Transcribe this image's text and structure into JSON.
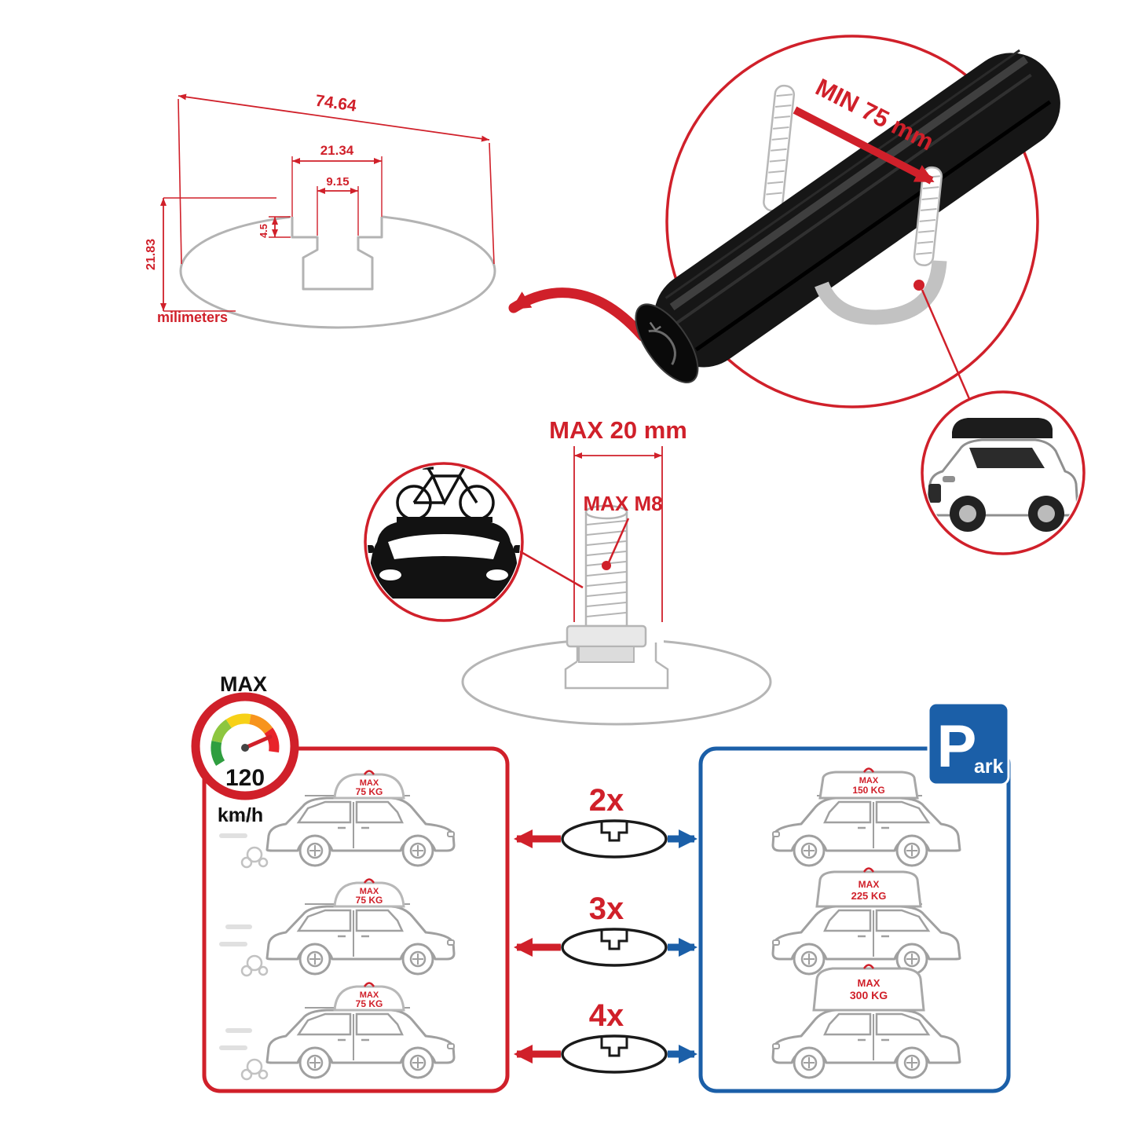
{
  "profile_dimensions": {
    "total_width": "74.64",
    "slot_outer_width": "21.34",
    "slot_inner_width": "9.15",
    "slot_depth": "4.5",
    "total_height": "21.83",
    "units_label": "milimeters"
  },
  "clamp_note": {
    "min_clearance": "MIN 75 mm"
  },
  "bolt_note": {
    "max_length": "MAX 20 mm",
    "max_thread": "MAX M8"
  },
  "speed_limit": {
    "label": "MAX",
    "value": "120",
    "unit": "km/h"
  },
  "rows": [
    {
      "multiplier": "2x",
      "driving": {
        "label": "MAX",
        "weight": "75 KG"
      },
      "parked": {
        "label": "MAX",
        "weight": "150 KG"
      }
    },
    {
      "multiplier": "3x",
      "driving": {
        "label": "MAX",
        "weight": "75 KG"
      },
      "parked": {
        "label": "MAX",
        "weight": "225 KG"
      }
    },
    {
      "multiplier": "4x",
      "driving": {
        "label": "MAX",
        "weight": "75 KG"
      },
      "parked": {
        "label": "MAX",
        "weight": "300 KG"
      }
    }
  ],
  "park_sign": {
    "letter": "P",
    "suffix": "ark"
  },
  "colors": {
    "red": "#d0202a",
    "blue": "#1b5fa8",
    "gray": "#b3b3b3",
    "bar_black": "#161616"
  }
}
